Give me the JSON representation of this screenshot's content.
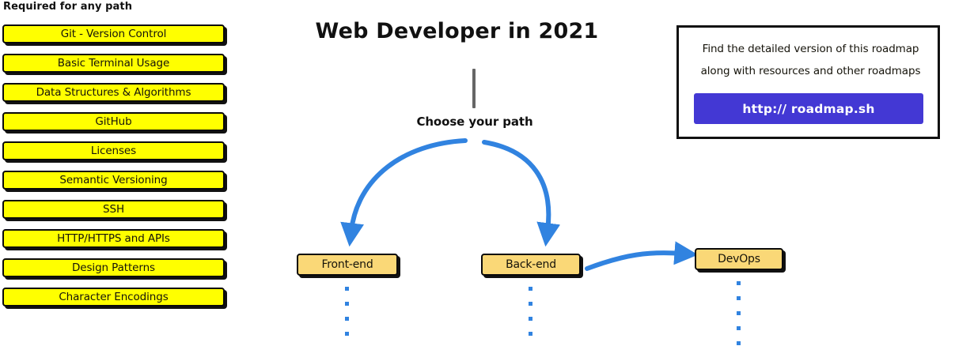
{
  "required_panel": {
    "heading": "Required for any path",
    "items": [
      {
        "label": "Git - Version Control"
      },
      {
        "label": "Basic Terminal Usage"
      },
      {
        "label": "Data Structures & Algorithms"
      },
      {
        "label": "GitHub"
      },
      {
        "label": "Licenses"
      },
      {
        "label": "Semantic Versioning"
      },
      {
        "label": "SSH"
      },
      {
        "label": "HTTP/HTTPS and APIs"
      },
      {
        "label": "Design Patterns"
      },
      {
        "label": "Character Encodings"
      }
    ]
  },
  "center": {
    "title": "Web Developer in 2021",
    "choose_label": "Choose your path",
    "nodes": [
      {
        "label": "Front-end"
      },
      {
        "label": "Back-end"
      },
      {
        "label": "DevOps"
      }
    ]
  },
  "promo": {
    "line1": "Find the detailed version of this roadmap",
    "line2": "along with resources and other roadmaps",
    "button_label": "http:// roadmap.sh"
  },
  "colors": {
    "required_box_fill": "#ffff00",
    "path_node_fill": "#fad877",
    "box_border": "#0a0a0a",
    "arrow_blue": "#3183e0",
    "promo_button": "#4338d4",
    "stem_gray": "#666666",
    "text": "#15130a",
    "background": "#ffffff"
  }
}
